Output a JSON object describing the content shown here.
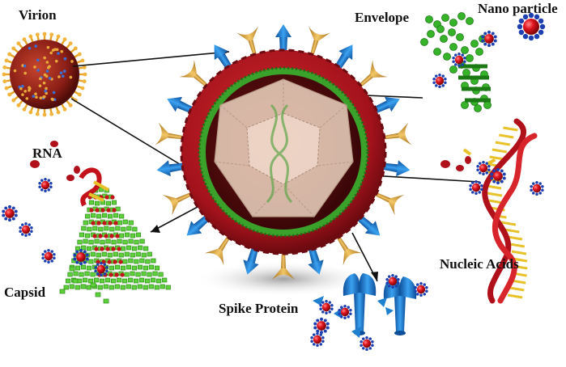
{
  "labels": {
    "virion": "Virion",
    "envelope": "Envelope",
    "nano_particle": "Nano particle",
    "rna": "RNA",
    "capsid": "Capsid",
    "nucleic_acids": "Nucleic Acids",
    "spike_protein": "Spike Protein"
  },
  "colors": {
    "membrane_red": "#a3121b",
    "membrane_dark": "#5b0a0f",
    "envelope_green": "#3aa12a",
    "spike_blue": "#1f7fd1",
    "glycoprotein_gold": "#d9a23b",
    "capsid_face": "#f3ddc8",
    "rna_red": "#c4121a",
    "nanoparticle_red": "#d1111a",
    "nanoparticle_blue": "#1d3fb0"
  }
}
